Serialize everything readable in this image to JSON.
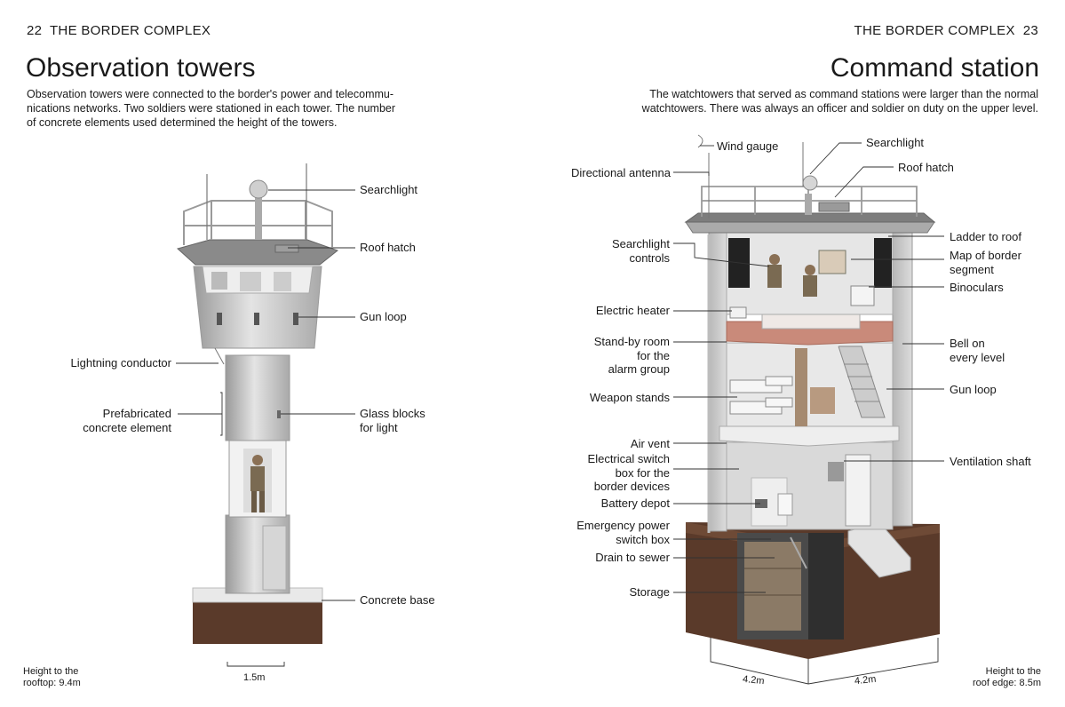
{
  "left_page": {
    "page_number": "22",
    "running_head": "THE BORDER COMPLEX",
    "title": "Observation towers",
    "intro": "Observation towers were connected to the border's power and telecommu-nications networks. Two soldiers were stationed in each tower. The number of concrete elements used determined the height of the towers.",
    "intro_lines": [
      "Observation towers were connected to the border's power and telecommu-",
      "nications networks. Two soldiers were stationed in each tower. The number",
      "of concrete elements used determined the height of the towers."
    ],
    "labels": {
      "searchlight": "Searchlight",
      "roof_hatch": "Roof hatch",
      "gun_loop": "Gun loop",
      "lightning_conductor": "Lightning conductor",
      "prefab_line1": "Prefabricated",
      "prefab_line2": "concrete element",
      "glass_line1": "Glass blocks",
      "glass_line2": "for light",
      "concrete_base": "Concrete base"
    },
    "scale": "1.5m",
    "height_line1": "Height to the",
    "height_line2": "rooftop: 9.4m"
  },
  "right_page": {
    "page_number": "23",
    "running_head": "THE BORDER COMPLEX",
    "title": "Command station",
    "intro_lines": [
      "The watchtowers that served as command stations were larger than the normal",
      "watchtowers. There was always an officer and soldier on duty on the upper level."
    ],
    "labels": {
      "wind_gauge": "Wind gauge",
      "searchlight": "Searchlight",
      "roof_hatch": "Roof hatch",
      "directional_antenna": "Directional antenna",
      "ladder_to_roof": "Ladder to roof",
      "searchlight_controls_l1": "Searchlight",
      "searchlight_controls_l2": "controls",
      "map_l1": "Map of border",
      "map_l2": "segment",
      "binoculars": "Binoculars",
      "electric_heater": "Electric heater",
      "standby_l1": "Stand-by room",
      "standby_l2": "for the",
      "standby_l3": "alarm group",
      "bell_l1": "Bell on",
      "bell_l2": "every level",
      "weapon_stands": "Weapon stands",
      "gun_loop": "Gun loop",
      "air_vent": "Air vent",
      "switch_l1": "Electrical switch",
      "switch_l2": "box for the",
      "switch_l3": "border devices",
      "ventilation_shaft": "Ventilation shaft",
      "battery_depot": "Battery depot",
      "emergency_l1": "Emergency power",
      "emergency_l2": "switch box",
      "drain": "Drain to sewer",
      "storage": "Storage"
    },
    "dim_left": "4.2m",
    "dim_right": "4.2m",
    "height_line1": "Height to the",
    "height_line2": "roof edge: 8.5m"
  },
  "colors": {
    "concrete": "#c9c9c9",
    "soil": "#5a3a2a",
    "floor": "#c98a7a",
    "roof": "#7d7d7d"
  }
}
